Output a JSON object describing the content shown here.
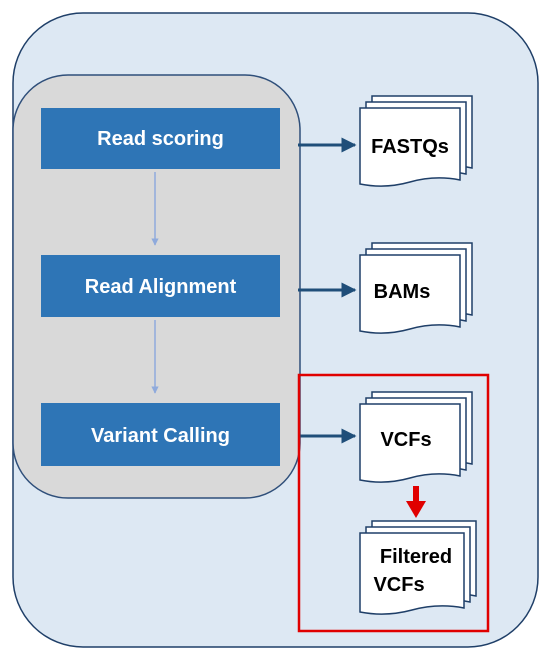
{
  "pipeline": {
    "steps": [
      {
        "label": "Read scoring"
      },
      {
        "label": "Read Alignment"
      },
      {
        "label": "Variant Calling"
      }
    ]
  },
  "outputs": [
    {
      "label": "FASTQs"
    },
    {
      "label": "BAMs"
    },
    {
      "label": "VCFs"
    },
    {
      "label_line1": "Filtered",
      "label_line2": "VCFs"
    }
  ],
  "colors": {
    "outer_fill": "#dde8f3",
    "outer_stroke": "#1f3f68",
    "inner_fill": "#d9d9d9",
    "inner_stroke": "#2f4f7a",
    "step_fill": "#2e75b6",
    "arrow": "#1f4e79",
    "connector": "#8faadc",
    "highlight": "#e00000"
  }
}
